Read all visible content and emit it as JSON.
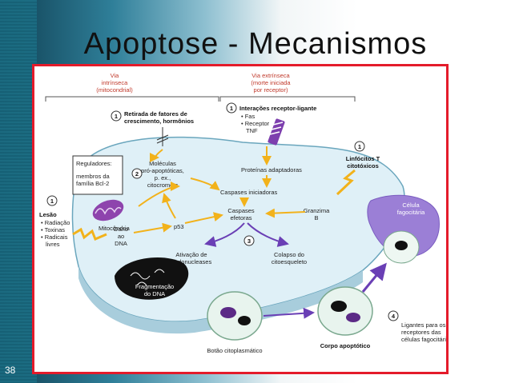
{
  "slide": {
    "title": "Apoptose - Mecanismos",
    "page_number": "38"
  },
  "diagram": {
    "intrinsic_header": [
      "Via",
      "intrínseca",
      "(mitocondrial)"
    ],
    "extrinsic_header": [
      "Via extrínseca",
      "(morte iniciada",
      "por receptor)"
    ],
    "steps": [
      "1",
      "1",
      "1",
      "1",
      "2",
      "3",
      "4"
    ],
    "growth_factor_withdrawal": [
      "Retirada de fatores de",
      "crescimento, hormônios"
    ],
    "receptor_ligand": {
      "title": "Interações receptor-ligante",
      "items": [
        "• Fas",
        "• Receptor",
        "TNF"
      ]
    },
    "regulators": [
      "Reguladores:",
      "membros da",
      "família Bcl-2"
    ],
    "pro_apoptotic": [
      "Moléculas",
      "pró-apoptóticas,",
      "p. ex.,",
      "citocromo c"
    ],
    "adaptor_proteins": "Proteínas adaptadoras",
    "initiator_caspases": "Caspases iniciadoras",
    "effector_caspases": [
      "Caspases",
      "efetoras"
    ],
    "t_lymphocytes": [
      "Linfócitos T",
      "citotóxicos"
    ],
    "granzyme": [
      "Granzima",
      "B"
    ],
    "mitochondria": "Mitocôndria",
    "injury": {
      "title": "Lesão",
      "items": [
        "• Radiação",
        "• Toxinas",
        "• Radicais",
        "livres"
      ]
    },
    "dna_damage": [
      "Dano",
      "ao",
      "DNA"
    ],
    "p53": "p53",
    "endonuclease": [
      "Ativação de",
      "endonucleases"
    ],
    "cytoskeleton": [
      "Colapso do",
      "citoesqueleto"
    ],
    "dna_fragmentation": [
      "Fragmentação",
      "do DNA"
    ],
    "phagocyte": [
      "Célula",
      "fagocitária"
    ],
    "cytoplasmic_bud": "Botão citoplasmático",
    "apoptotic_body": "Corpo apoptótico",
    "ligands": [
      "Ligantes para os",
      "receptores das",
      "células fagocitárias"
    ]
  },
  "colors": {
    "frame_border": "#e41b2a",
    "header_red": "#c0392b",
    "cell_fill": "#dff0f7",
    "phagocyte_fill": "#9b7fd6",
    "arrow_yellow": "#f2b21b",
    "arrow_purple": "#6a3fb5"
  }
}
